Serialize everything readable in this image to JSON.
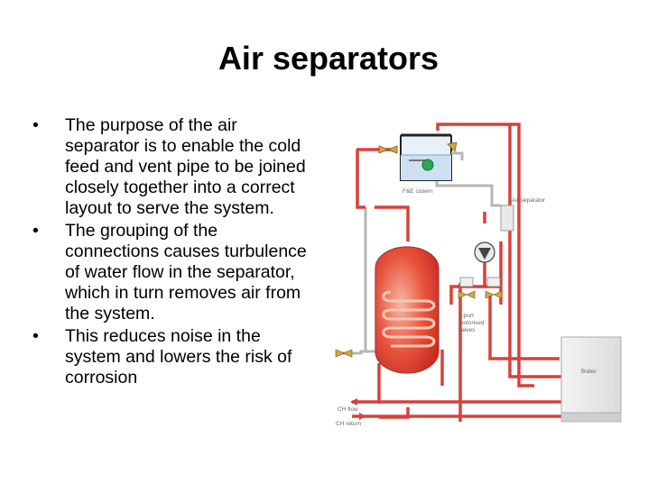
{
  "slide": {
    "title": "Air separators",
    "bullets": [
      "The purpose of the air separator is to enable the cold feed and vent pipe to be joined closely together into a correct layout to serve the system.",
      "The grouping of the connections causes turbulence of water flow in the separator, which in turn removes air from the system.",
      "This reduces noise in the system and lowers the risk of corrosion"
    ]
  },
  "diagram": {
    "labels": {
      "cistern": "F&E cistern",
      "air_separator": "Air separator",
      "valves": [
        "2-port",
        "motorised",
        "valves"
      ],
      "boiler": "Boiler",
      "ch_flow": "CH flow",
      "ch_return": "CH return"
    },
    "colors": {
      "hot_pipe": "#d9403a",
      "cold_pipe": "#b5b5b5",
      "pump": "#e9e9e9",
      "ball": "#2fa651"
    }
  }
}
